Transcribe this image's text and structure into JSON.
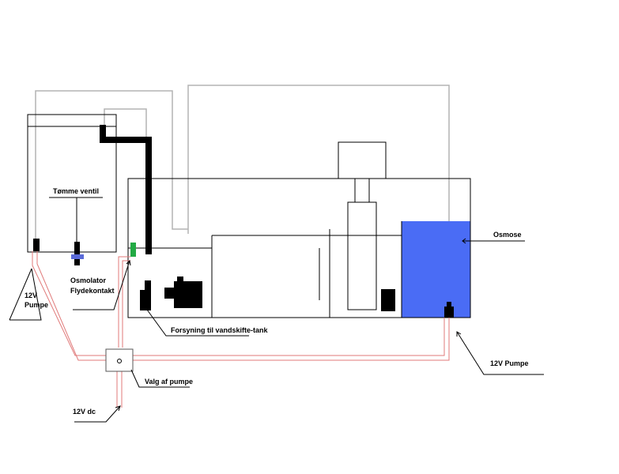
{
  "labels": {
    "tomme_ventil": "Tømme ventil",
    "osmolator_line1": "Osmolator",
    "osmolator_line2": "Flydekontakt",
    "pump_left_line1": "12V",
    "pump_left_line2": "Pumpe",
    "forsyning": "Forsyning til vandskifte-tank",
    "osmose": "Osmose",
    "pump_right": "12V Pumpe",
    "valg_af_pumpe": "Valg af pumpe",
    "supply": "12V dc"
  },
  "colors": {
    "water": "#4a6cf5",
    "float_switch": "#22aa44",
    "valve": "#5a6ad8",
    "wire": "#e07a7a",
    "hose": "#b4b4b4"
  }
}
